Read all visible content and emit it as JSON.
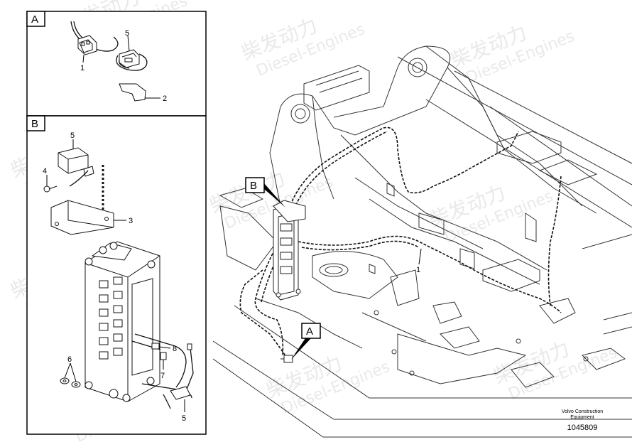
{
  "diagram": {
    "callouts": {
      "a_box": "A",
      "b_box": "B",
      "main_a": "A",
      "main_b": "B"
    },
    "labels_a": {
      "p1": "1",
      "p5": "5",
      "p2": "2"
    },
    "labels_b": {
      "p5_top": "5",
      "p4": "4",
      "p3": "3",
      "p6": "6",
      "p8": "8",
      "p7": "7",
      "p5_bottom": "5"
    },
    "labels_main": {
      "p1": "1"
    },
    "footer": {
      "company_line1": "Volvo Construction",
      "company_line2": "Equipment",
      "drawing_number": "1045809"
    },
    "watermark": {
      "brand_cn": "柴发动力",
      "brand_en": "Diesel-Engines"
    }
  }
}
